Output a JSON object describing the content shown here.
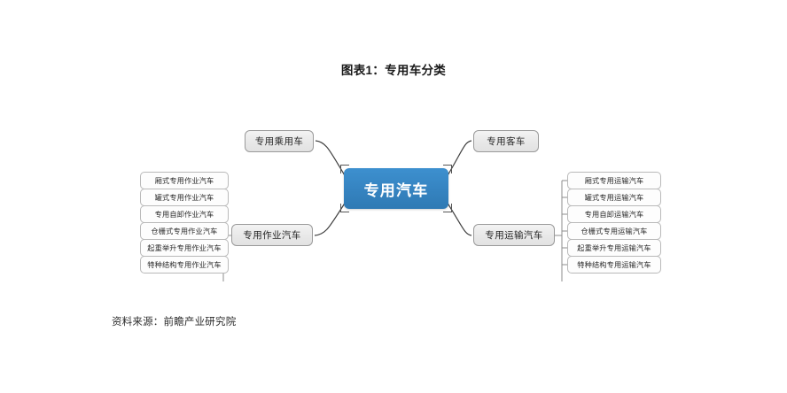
{
  "title": "图表1：专用车分类",
  "source": "资料来源：前瞻产业研究院",
  "colors": {
    "center_node_fill": "#3583c0",
    "center_node_text": "#ffffff",
    "branch_node_fill": "#e9e9e9",
    "branch_node_border": "#9a9a9a",
    "leaf_border": "#b9b9b9",
    "connector": "#3f3f3f",
    "page_background": "#ffffff"
  },
  "mindmap": {
    "center": {
      "label": "专用汽车"
    },
    "branches": [
      {
        "id": "passenger",
        "label": "专用乘用车",
        "side": "left",
        "position": "top"
      },
      {
        "id": "bus",
        "label": "专用客车",
        "side": "right",
        "position": "top"
      },
      {
        "id": "operation",
        "label": "专用作业汽车",
        "side": "left",
        "position": "bottom"
      },
      {
        "id": "transport",
        "label": "专用运输汽车",
        "side": "right",
        "position": "bottom"
      }
    ],
    "leaves_left": [
      "厢式专用作业汽车",
      "罐式专用作业汽车",
      "专用自卸作业汽车",
      "仓栅式专用作业汽车",
      "起重举升专用作业汽车",
      "特种结构专用作业汽车"
    ],
    "leaves_right": [
      "厢式专用运输汽车",
      "罐式专用运输汽车",
      "专用自卸运输汽车",
      "仓栅式专用运输汽车",
      "起重举升专用运输汽车",
      "特种结构专用运输汽车"
    ]
  }
}
